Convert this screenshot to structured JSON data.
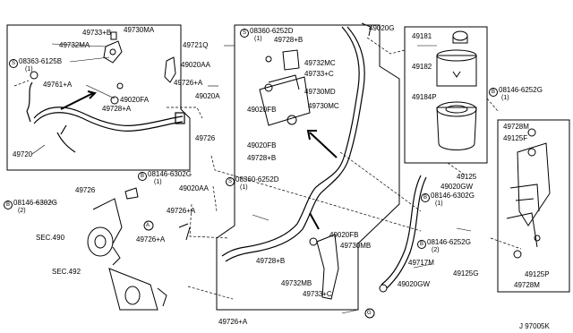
{
  "diagram_code": "J 97005K",
  "prefix_symbols": {
    "screw": "S",
    "bolt": "B",
    "arrow_ref": "A"
  },
  "callouts": {
    "c49733b_tl": "49733+B",
    "c49730ma": "49730MA",
    "c49732ma": "49732MA",
    "c08363": "08363-6125B",
    "c08363_qty": "(1)",
    "c49761a": "49761+A",
    "c49020fa": "49020FA",
    "c49728a": "49728+A",
    "c49720": "49720",
    "c08146_6302g_l": "08146-6302G",
    "c08146_6302g_l_qty": "(2)",
    "c49726_mid": "49726",
    "c08146_6302g_c": "08146-6302G",
    "c08146_6302g_c_qty": "(1)",
    "c49020aa_c": "49020AA",
    "c49726a_c": "49726+A",
    "c49726a_b": "49726+A",
    "sec490": "SEC.490",
    "sec492": "SEC.492",
    "c49721q": "49721Q",
    "c49020aa_t": "49020AA",
    "c49726a_t": "49726+A",
    "c49020a": "49020A",
    "c49726_r": "49726",
    "c08360_t": "08360-6252D",
    "c08360_t_qty": "(1)",
    "c49728b_t": "49728+B",
    "c49020g": "49020G",
    "c49732mc": "49732MC",
    "c49733c_t": "49733+C",
    "c49730md": "49730MD",
    "c49020fb_t": "49020FB",
    "c49730mc": "49730MC",
    "c49020fb_m": "49020FB",
    "c49728b_m": "49728+B",
    "c08360_m": "08360-6252D",
    "c08360_m_qty": "(1)",
    "c49020fb_b": "49020FB",
    "c49730mb": "49730MB",
    "c49728b_b": "49728+B",
    "c49732mb": "49732MB",
    "c49733c_b": "49733+C",
    "c49726a_bb": "49726+A",
    "c49181": "49181",
    "c49182": "49182",
    "c49184p": "49184P",
    "c08146_6252g_r": "08146-6252G",
    "c08146_6252g_r_qty": "(1)",
    "c49728m_t": "49728M",
    "c49125f_t": "49125F",
    "c49125": "49125",
    "c49020gw_t": "49020GW",
    "c08146_6302g_r": "08146-6302G",
    "c08146_6302g_r_qty": "(1)",
    "c08146_6252g_b": "08146-6252G",
    "c08146_6252g_b_qty": "(2)",
    "c49717m": "49717M",
    "c49125g": "49125G",
    "c49020gw_b": "49020GW",
    "c49125p": "49125P",
    "c49728m_b": "49728M"
  }
}
